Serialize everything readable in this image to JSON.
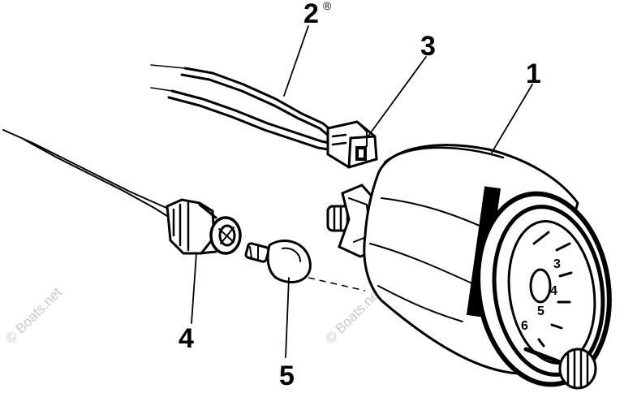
{
  "callouts": [
    {
      "id": "1",
      "label": "1"
    },
    {
      "id": "2",
      "label": "2"
    },
    {
      "id": "3",
      "label": "3"
    },
    {
      "id": "4",
      "label": "4"
    },
    {
      "id": "5",
      "label": "5"
    }
  ],
  "registered_mark": "®",
  "gauge": {
    "dial_numbers": [
      "3",
      "4",
      "5",
      "6"
    ]
  },
  "watermark": {
    "text": "© Boats.net"
  },
  "colors": {
    "ink": "#000000",
    "background": "#ffffff",
    "watermark": "#c8c8c8"
  }
}
